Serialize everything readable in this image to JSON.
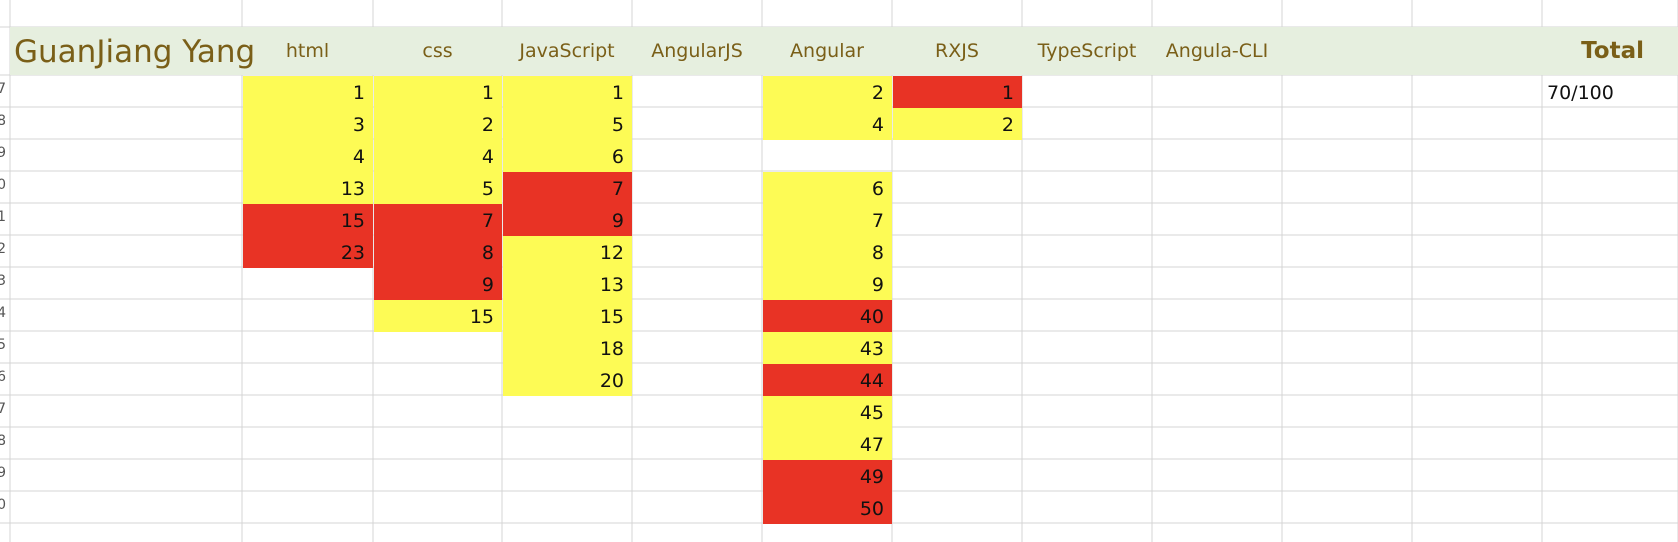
{
  "sheet": {
    "student_name": "GuanJiang Yang",
    "total_label": "Total",
    "total_value": "70/100",
    "row_numbers": [
      "",
      "7",
      "8",
      "9",
      "0",
      "1",
      "2",
      "3",
      "4",
      "5",
      "6",
      "7",
      "8",
      "9",
      "0"
    ],
    "columns": [
      {
        "header": "html",
        "cells": [
          {
            "value": "1",
            "color": "yellow"
          },
          {
            "value": "3",
            "color": "yellow"
          },
          {
            "value": "4",
            "color": "yellow"
          },
          {
            "value": "13",
            "color": "yellow"
          },
          {
            "value": "15",
            "color": "red"
          },
          {
            "value": "23",
            "color": "red"
          }
        ]
      },
      {
        "header": "css",
        "cells": [
          {
            "value": "1",
            "color": "yellow"
          },
          {
            "value": "2",
            "color": "yellow"
          },
          {
            "value": "4",
            "color": "yellow"
          },
          {
            "value": "5",
            "color": "yellow"
          },
          {
            "value": "7",
            "color": "red"
          },
          {
            "value": "8",
            "color": "red"
          },
          {
            "value": "9",
            "color": "red"
          },
          {
            "value": "15",
            "color": "yellow"
          }
        ]
      },
      {
        "header": "JavaScript",
        "cells": [
          {
            "value": "1",
            "color": "yellow"
          },
          {
            "value": "5",
            "color": "yellow"
          },
          {
            "value": "6",
            "color": "yellow"
          },
          {
            "value": "7",
            "color": "red"
          },
          {
            "value": "9",
            "color": "red"
          },
          {
            "value": "12",
            "color": "yellow"
          },
          {
            "value": "13",
            "color": "yellow"
          },
          {
            "value": "15",
            "color": "yellow"
          },
          {
            "value": "18",
            "color": "yellow"
          },
          {
            "value": "20",
            "color": "yellow"
          }
        ]
      },
      {
        "header": "AngularJS",
        "cells": []
      },
      {
        "header": "Angular",
        "cells": [
          {
            "value": "2",
            "color": "yellow"
          },
          {
            "value": "4",
            "color": "yellow"
          },
          {
            "value": "",
            "color": "none"
          },
          {
            "value": "6",
            "color": "yellow"
          },
          {
            "value": "7",
            "color": "yellow"
          },
          {
            "value": "8",
            "color": "yellow"
          },
          {
            "value": "9",
            "color": "yellow"
          },
          {
            "value": "40",
            "color": "red"
          },
          {
            "value": "43",
            "color": "yellow"
          },
          {
            "value": "44",
            "color": "red"
          },
          {
            "value": "45",
            "color": "yellow"
          },
          {
            "value": "47",
            "color": "yellow"
          },
          {
            "value": "49",
            "color": "red"
          },
          {
            "value": "50",
            "color": "red"
          }
        ]
      },
      {
        "header": "RXJS",
        "cells": [
          {
            "value": "1",
            "color": "red"
          },
          {
            "value": "2",
            "color": "yellow"
          }
        ]
      },
      {
        "header": "TypeScript",
        "cells": []
      },
      {
        "header": "Angula-CLI",
        "cells": []
      }
    ]
  },
  "colors": {
    "yellow": "#fdfb55",
    "red": "#e83325",
    "header_band": "#e6efdf",
    "header_text": "#7a5f18",
    "gridline": "#d4d4d4"
  }
}
